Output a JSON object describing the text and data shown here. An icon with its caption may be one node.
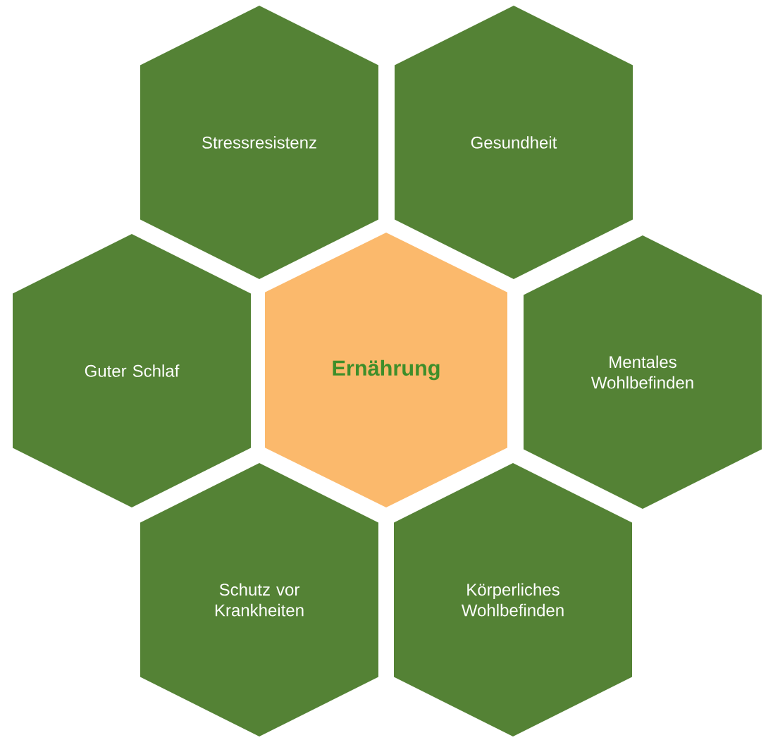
{
  "diagram": {
    "nodes": [
      {
        "text": [
          "Stressresistenz"
        ]
      },
      {
        "text": [
          "Gesundheit"
        ]
      },
      {
        "text": [
          "Guter Schlaf"
        ]
      },
      {
        "text": [
          "Ernährung"
        ]
      },
      {
        "text": [
          "Mentales Wohlbefinden"
        ]
      },
      {
        "text": [
          "Schutz vor Krankheiten"
        ]
      },
      {
        "text": [
          "Körperliches Wohlbefinden"
        ]
      }
    ]
  }
}
